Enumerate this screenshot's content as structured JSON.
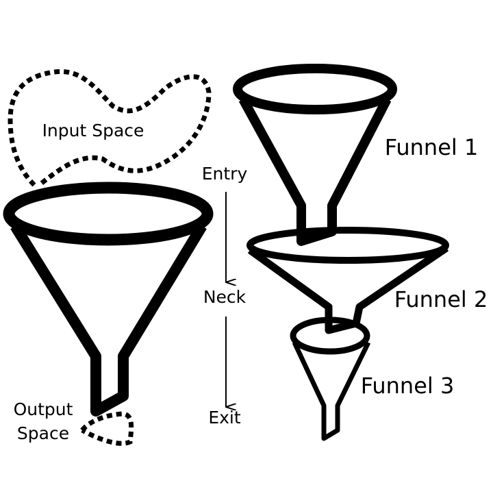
{
  "labels": {
    "input_space": "Input Space",
    "output_space_line1": "Output",
    "output_space_line2": "Space",
    "entry": "Entry",
    "neck": "Neck",
    "exit": "Exit",
    "funnel1": "Funnel 1",
    "funnel2": "Funnel 2",
    "funnel3": "Funnel 3"
  },
  "colors": {
    "stroke": "#000000",
    "background": "#ffffff"
  }
}
